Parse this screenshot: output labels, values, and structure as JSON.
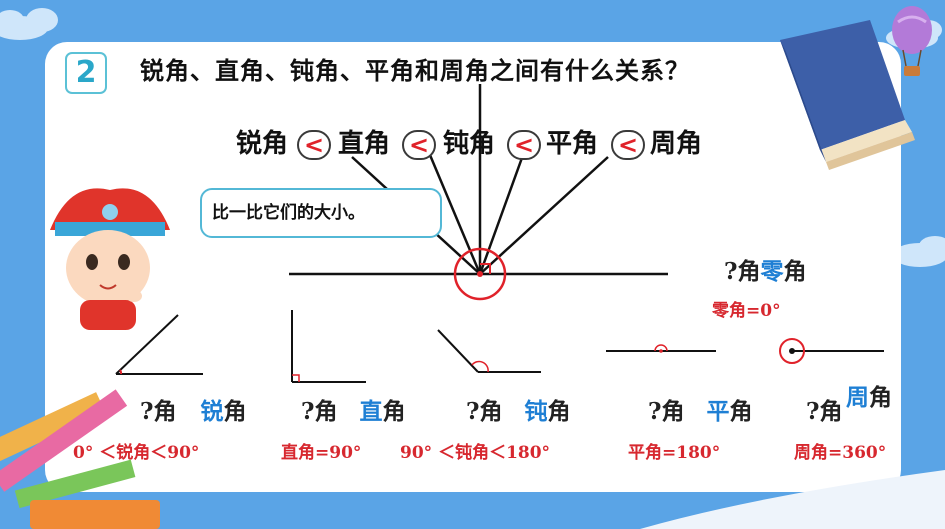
{
  "badge": "2",
  "question": "锐角、直角、钝角、平角和周角之间有什么关系？",
  "order": {
    "words": [
      "锐角",
      "直角",
      "钝角",
      "平角",
      "周角"
    ],
    "lt": "<"
  },
  "bubble": "比一比它们的大小。",
  "zero": {
    "q": "?角",
    "hl": "零",
    "rest": "角",
    "formula": "零角=0°"
  },
  "labels": [
    {
      "q": "?角",
      "hl": "锐",
      "rest": "角",
      "formula": "0° ＜锐角＜90°"
    },
    {
      "q": "?角",
      "hl": "直",
      "rest": "角",
      "formula": "直角=90°"
    },
    {
      "q": "?角",
      "hl": "钝",
      "rest": "角",
      "formula": "90° ＜钝角＜180°"
    },
    {
      "q": "?角",
      "hl": "平",
      "rest": "角",
      "formula": "平角=180°"
    },
    {
      "q": "?角",
      "hl": "周",
      "rest": "角",
      "formula": "周角=360°"
    }
  ],
  "colors": {
    "background": "#5aa4e6",
    "accent_blue": "#1e7fd4",
    "accent_red": "#d7282f",
    "badge_teal": "#2aa7c9"
  }
}
